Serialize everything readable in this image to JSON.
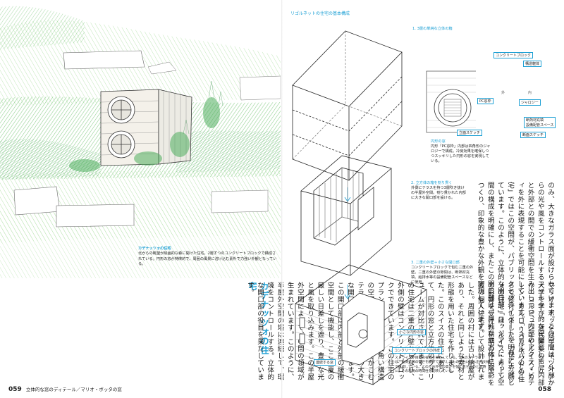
{
  "right_page": {
    "header": "リゴルネットの住宅の基本構成",
    "steps": [
      {
        "title": "1. 3層の単純な立体の箱",
        "text": ""
      },
      {
        "title": "2. 立方体の箱を刳り貫く",
        "text": "外側にテラスを持つ3層吹き抜けの半屋外空間。刳り貫かれた内部に大きな開口部を設ける。"
      },
      {
        "title": "3. 二重の外壁＋小さな開口部",
        "text": "コンクリートブロックで包む二重の外壁。二重の外壁の隙間は、断熱材充填、給排水等の設備配管スペースなどに使用。"
      }
    ],
    "detail_labels": {
      "concrete_block": "コンクリートブロック",
      "structure_frame": "構造躯体",
      "pc_frame": "PC窓枠",
      "jalousie": "ジャロジー",
      "insulation_space": "断熱材充填\n設備配管スペース",
      "elevation_sketch": "立面スケッチ",
      "section_sketch": "断面スケッチ",
      "outside": "外",
      "inside": "内"
    },
    "circle_window_note": {
      "title": "円形の窓",
      "text": "円形「PC窓枠」内部は四角形のジャロジーで構成。冷房効果を確保しつつスッキリした円形の窓を実現している。"
    },
    "labels": {
      "small_window": "小さな円形の窓",
      "block_facade": "コンクリートブロックの外皮",
      "continuous_window": "連続する窓"
    },
    "stripe_note": "ストライプが目地の役割を果たしている。2色のストライプは、右側に額の高さを提げて表示したものと右に流れ出た文様で構成している。このため外壁の高さを強く見せるのと同時に、その表現の時間性を反映している。",
    "body_text": "のみ、大きなガラス面が設けられています。この空間は、外部からの光や風をコントロールするフィルター的な空間として、内部と外部との間での緩衝空間を生み出しつつ、内部のアクティビティを外に表現することを可能にしています。「リゴルネットの住宅」ではこの空間が、パブリックとプライベートを明快に分離しています。このように、立体的な開口部「ロッジア」によって空間の構成を明確にし、またこの開口部は、単純な立方体に陰影をつくり、印象的な豊かな外観を実現しています。",
    "folio": "058"
  },
  "left_page": {
    "caption": {
      "title": "カデナッツォの住宅",
      "text": "北からの眺望が絵画的な森に開けた住宅。2層ずつのコンクリートブロックで構成されている。円形の窓が特徴的で、周囲の風景に溶け込む素朴で力強い外観となっている。"
    },
    "section_heading": "カデナッツォの住宅",
    "body_text": "マリオ・ボッタはヴェネツィア大学で学び、近代建築の巨匠ル・コルビュジエやルイス・カーン、カルロ・スカルパのところで修行しました。「カデナッツォの住宅」は、ルイス・カーンの影響を受けた初期の作品で、彼の個人住宅として設計されました。周囲の村には古い納屋があり、それと同じような素材と形態を用いた住宅を作りました。このスイスの住宅にあって、円形の窓と立方体のヴォリュームが対比されています。この住宅は二重の外壁からなり、外側の壁はコンクリートブロックでできています。この住宅のプランでは、内部に四角い構造の空間、外部にはそれをかこむテラスがつくられ、円形の大きな開口部に設けられています。この開口部は内部と外部の緩衝空間として機能し、ここは夏の厳しい日差しを遮り、豊かな光と風を取り込みます。この半屋外空間によって、中間の領域が生まれています。このように、半屋外空間の塔は連続して、環境をコントロールする。立体的な開口部の役目を果たしています。",
    "folio": "059",
    "running_title": "立体的な窓のディテール／マリオ・ボッタの窓"
  }
}
